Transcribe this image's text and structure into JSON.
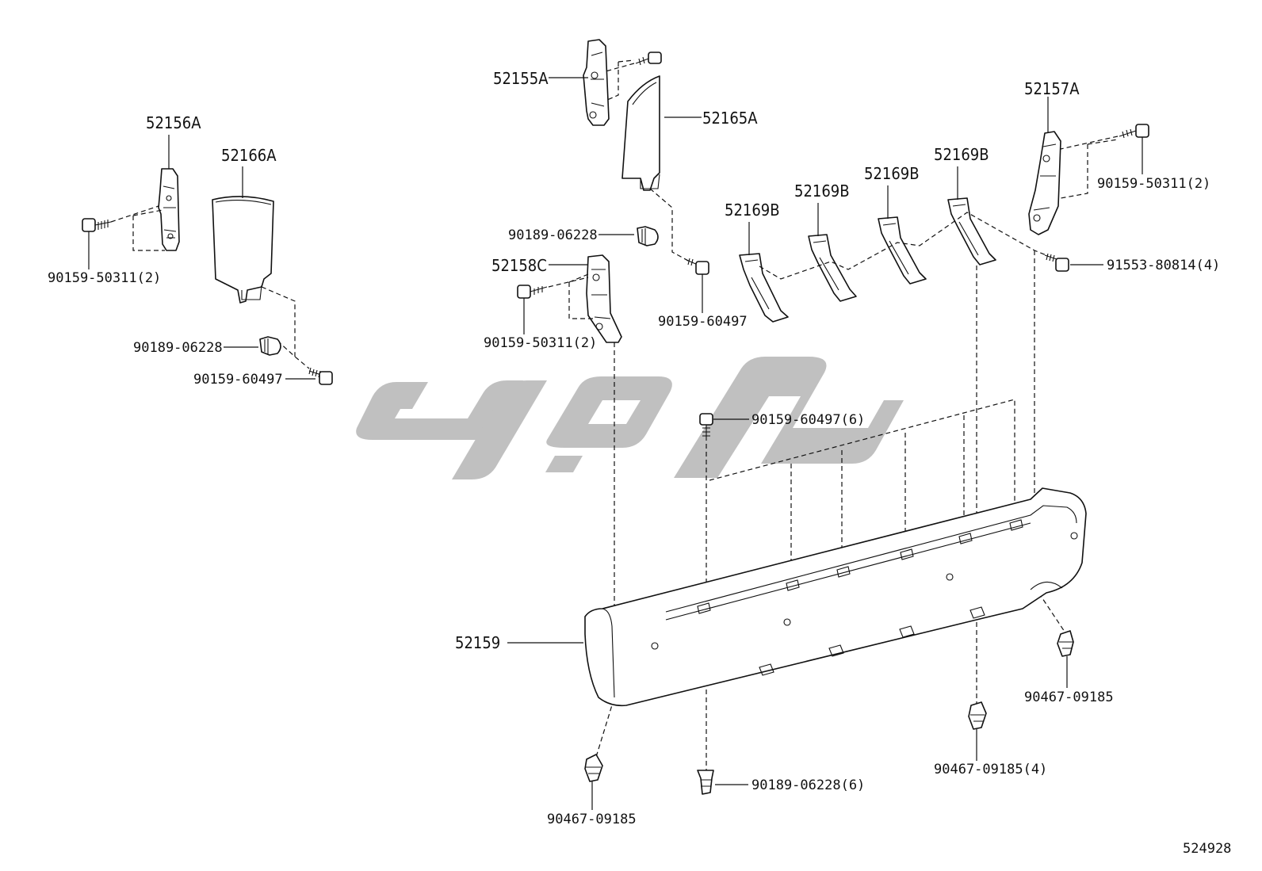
{
  "labels": {
    "p52156A": "52156A",
    "p52166A": "52166A",
    "p90159_50311_left": "90159-50311(2)",
    "p90189_06228_left": "90189-06228",
    "p90159_60497_left": "90159-60497",
    "p52155A": "52155A",
    "p52165A": "52165A",
    "p90189_06228_mid": "90189-06228",
    "p52158C": "52158C",
    "p90159_50311_mid": "90159-50311(2)",
    "p90159_60497_mid": "90159-60497",
    "p52169B_1": "52169B",
    "p52169B_2": "52169B",
    "p52169B_3": "52169B",
    "p52169B_4": "52169B",
    "p52157A": "52157A",
    "p90159_50311_right": "90159-50311(2)",
    "p91553_80814": "91553-80814(4)",
    "p90159_60497_6": "90159-60497(6)",
    "p52159": "52159",
    "p90467_09185_right": "90467-09185",
    "p90467_09185_4": "90467-09185(4)",
    "p90189_06228_6": "90189-06228(6)",
    "p90467_09185_left": "90467-09185",
    "diagram_number": "524928"
  },
  "watermark": {
    "color": "#bdbdbd"
  }
}
